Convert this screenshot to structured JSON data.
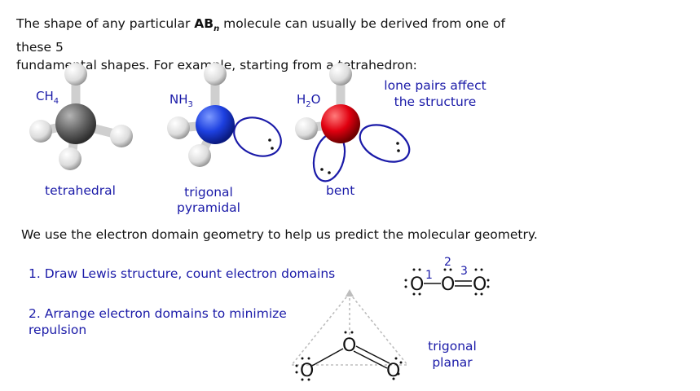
{
  "intro": {
    "part1": "The shape of any particular ",
    "ab": "AB",
    "n": "n",
    "part2": " molecule can usually be derived from one of these 5",
    "line2": "fundamental shapes. For example, starting from a tetrahedron:"
  },
  "molecules": [
    {
      "formula_base": "CH",
      "formula_sub": "4",
      "shape": "tetrahedral",
      "color": "#666666"
    },
    {
      "formula_base": "NH",
      "formula_sub": "3",
      "shape_line1": "trigonal",
      "shape_line2": "pyramidal",
      "color": "#1f45e0"
    },
    {
      "formula_base": "H",
      "formula_sub": "2",
      "formula_end": "O",
      "shape": "bent",
      "color": "#e00010"
    }
  ],
  "note": {
    "line1": "lone pairs affect",
    "line2": "the structure"
  },
  "edg_sentence": "We use the electron domain geometry to help us predict the molecular geometry.",
  "steps": {
    "step1": "1.  Draw Lewis structure, count electron domains",
    "step2_line1": "2.  Arrange electron domains to minimize",
    "step2_line2": "repulsion"
  },
  "lewis": {
    "atoms": [
      "O",
      "O",
      "O"
    ],
    "domain_numbers": [
      "1",
      "2",
      "3"
    ]
  },
  "geometry_label": {
    "line1": "trigonal",
    "line2": "planar"
  },
  "colors": {
    "annotation": "#1a1aa8",
    "hydrogen": "#e8e8e8",
    "lobe": "#1a1aa8"
  }
}
